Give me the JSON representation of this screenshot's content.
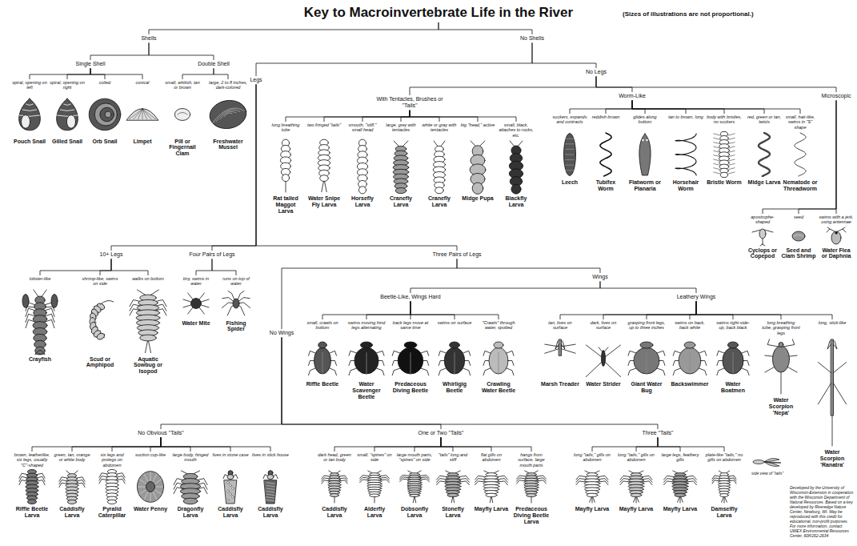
{
  "diagram": {
    "title": "Key to Macroinvertebrate Life in the River",
    "nodes": [
      {
        "text": [
          "Shells"
        ]
      },
      {
        "text": [
          "Single Shell"
        ]
      },
      {
        "text": [
          "spiral, opening on left",
          "Pouch Snail"
        ]
      },
      {
        "text": [
          "spiral, opening on right",
          "Gilled Snail"
        ]
      },
      {
        "text": [
          "coiled",
          "Orb Snail"
        ]
      },
      {
        "text": [
          "conical",
          "Limpet"
        ]
      },
      {
        "text": [
          "Double Shell"
        ]
      },
      {
        "text": [
          "small, whitish, tan or brown",
          "Pill or Fingernail Clam"
        ]
      },
      {
        "text": [
          "large, 2 to 8 inches, dark-colored",
          "Freshwater Mussel"
        ]
      },
      {
        "text": [
          "No Shells"
        ]
      },
      {
        "text": [
          "No Legs"
        ]
      },
      {
        "text": [
          "With Tentacles, Brushes or \"Tails\""
        ]
      },
      {
        "text": [
          "long breathing tube",
          "Rat tailed Maggot Larva"
        ]
      },
      {
        "text": [
          "two fringed \"tails\"",
          "Water Snipe Fly Larva"
        ]
      },
      {
        "text": [
          "smooth, \"stiff,\" small head",
          "Horsefly Larva"
        ]
      },
      {
        "text": [
          "large, grey with tentacles",
          "Cranefly Larva"
        ]
      },
      {
        "text": [
          "white or gray with tentacles",
          "Cranefly Larva"
        ]
      },
      {
        "text": [
          "big \"head,\" active",
          "Midge Pupa"
        ]
      },
      {
        "text": [
          "small, black, attaches to rocks, etc.",
          "Blackfly Larva"
        ]
      },
      {
        "text": [
          "Worm-Like"
        ]
      },
      {
        "text": [
          "suckers, expands and contracts",
          "Leech"
        ]
      },
      {
        "text": [
          "reddish brown",
          "Tubifex Worm"
        ]
      },
      {
        "text": [
          "glides along bottom",
          "Flatworm or Planaria"
        ]
      },
      {
        "text": [
          "tan to brown, long",
          "Horsehair Worm"
        ]
      },
      {
        "text": [
          "body with bristles, no suckers",
          "Bristle Worm"
        ]
      },
      {
        "text": [
          "red, green or tan, twists",
          "Midge Larva"
        ]
      },
      {
        "text": [
          "small, hair-like, swims in \"S\" shape",
          "Nematode or Threadworm"
        ]
      },
      {
        "text": [
          "Microscopic"
        ]
      },
      {
        "text": [
          "apostrophe-shaped",
          "Cyclops or Copepod"
        ]
      },
      {
        "text": [
          "seed",
          "Seed and Clam Shrimp"
        ]
      },
      {
        "text": [
          "swims with a jerk, using antennae",
          "Water Flea or Daphnia"
        ]
      },
      {
        "text": [
          "Legs"
        ]
      },
      {
        "text": [
          "10+ Legs"
        ]
      },
      {
        "text": [
          "lobster-like",
          "Crayfish"
        ]
      },
      {
        "text": [
          "shrimp-like, swims on side",
          "Scud or Amphipod"
        ]
      },
      {
        "text": [
          "walks on bottom",
          "Aquatic Sowbug or Isopod"
        ]
      },
      {
        "text": [
          "Four Pairs of Legs"
        ]
      },
      {
        "text": [
          "tiny, swims in water",
          "Water Mite"
        ]
      },
      {
        "text": [
          "runs on top of water",
          "Fishing Spider"
        ]
      },
      {
        "text": [
          "Three Pairs of Legs"
        ]
      },
      {
        "text": [
          "Wings"
        ]
      },
      {
        "text": [
          "Beetle-Like, Wings Hard"
        ]
      },
      {
        "text": [
          "small, crawls on bottom",
          "Riffle Beetle"
        ]
      },
      {
        "text": [
          "swims moving hind legs alternating",
          "Water Scavenger Beetle"
        ]
      },
      {
        "text": [
          "back legs move at same time",
          "Predaceous Diving Beetle"
        ]
      },
      {
        "text": [
          "swims on surface",
          "Whirligig Beetle"
        ]
      },
      {
        "text": [
          "\"Crawls\" through water, spotted",
          "Crawling Water Beetle"
        ]
      },
      {
        "text": [
          "Leathery Wings"
        ]
      },
      {
        "text": [
          "tan, lives on surface",
          "Marsh Treader"
        ]
      },
      {
        "text": [
          "dark, lives on surface",
          "Water Strider"
        ]
      },
      {
        "text": [
          "grasping front legs, up to three inches",
          "Giant Water Bug"
        ]
      },
      {
        "text": [
          "swims on back, back white",
          "Backswimmer"
        ]
      },
      {
        "text": [
          "swims right-side-up, back black",
          "Water Boatmen"
        ]
      },
      {
        "text": [
          "long breathing tube, grasping front legs",
          "Water Scorpion 'Nepa'"
        ]
      },
      {
        "text": [
          "long, stick-like",
          "Water Scorpion 'Ranatra'"
        ]
      },
      {
        "text": [
          "No Wings"
        ]
      },
      {
        "text": [
          "No Obvious \"Tails\""
        ]
      },
      {
        "text": [
          "brown, leatherlike, six legs, usually \"C\"-shaped",
          "Riffle Beetle Larva"
        ]
      },
      {
        "text": [
          "green, tan, orange or white body",
          "Caddisfly Larva"
        ]
      },
      {
        "text": [
          "six legs and prolegs on abdomen",
          "Pyralid Caterpillar"
        ]
      },
      {
        "text": [
          "suction cup-like",
          "Water Penny"
        ]
      },
      {
        "text": [
          "large body, hinged mouth",
          "Dragonfly Larva"
        ]
      },
      {
        "text": [
          "lives in stone case",
          "Caddisfly Larva"
        ]
      },
      {
        "text": [
          "lives in stick house",
          "Caddisfly Larva"
        ]
      },
      {
        "text": [
          "One or Two \"Tails\""
        ]
      },
      {
        "text": [
          "dark head, green or tan body",
          "Caddisfly Larva"
        ]
      },
      {
        "text": [
          "small, \"spines\" on side",
          "Alderfly Larva"
        ]
      },
      {
        "text": [
          "large mouth parts, \"spines\" on side",
          "Dobsonfly Larva"
        ]
      },
      {
        "text": [
          "\"tails\" long and stiff",
          "Stonefly Larva"
        ]
      },
      {
        "text": [
          "flat gills on abdomen",
          "Mayfly Larva"
        ]
      },
      {
        "text": [
          "hangs from surface, large mouth parts",
          "Predaceous Diving Beetle Larva"
        ]
      },
      {
        "text": [
          "Three \"Tails\""
        ]
      },
      {
        "text": [
          "long \"tails,\" gills on abdomen",
          "Mayfly Larva"
        ]
      },
      {
        "text": [
          "long \"tails,\" gills on abdomen",
          "Mayfly Larva"
        ]
      },
      {
        "text": [
          "large legs, feathery gills",
          "Mayfly Larva"
        ]
      },
      {
        "text": [
          "plate-like \"tails,\" no gills on abdomen",
          "Damselfly Larva"
        ]
      }
    ],
    "edges": [
      {
        "from": 0,
        "to": 1,
        "arrow": "none"
      },
      {
        "from": 0,
        "to": 6,
        "arrow": "none"
      },
      {
        "from": 1,
        "to": 2,
        "arrow": "none"
      },
      {
        "from": 1,
        "to": 3,
        "arrow": "none"
      },
      {
        "from": 1,
        "to": 4,
        "arrow": "none"
      },
      {
        "from": 1,
        "to": 5,
        "arrow": "none"
      },
      {
        "from": 6,
        "to": 7,
        "arrow": "none"
      },
      {
        "from": 6,
        "to": 8,
        "arrow": "none"
      },
      {
        "from": 9,
        "to": 31,
        "arrow": "none"
      },
      {
        "from": 9,
        "to": 10,
        "arrow": "none"
      },
      {
        "from": 10,
        "to": 11,
        "arrow": "none"
      },
      {
        "from": 10,
        "to": 19,
        "arrow": "none"
      },
      {
        "from": 10,
        "to": 27,
        "arrow": "none"
      },
      {
        "from": 11,
        "to": 12,
        "arrow": "none"
      },
      {
        "from": 11,
        "to": 13,
        "arrow": "none"
      },
      {
        "from": 11,
        "to": 14,
        "arrow": "none"
      },
      {
        "from": 11,
        "to": 15,
        "arrow": "none"
      },
      {
        "from": 11,
        "to": 16,
        "arrow": "none"
      },
      {
        "from": 11,
        "to": 17,
        "arrow": "none"
      },
      {
        "from": 11,
        "to": 18,
        "arrow": "none"
      },
      {
        "from": 19,
        "to": 20,
        "arrow": "none"
      },
      {
        "from": 19,
        "to": 21,
        "arrow": "none"
      },
      {
        "from": 19,
        "to": 22,
        "arrow": "none"
      },
      {
        "from": 19,
        "to": 23,
        "arrow": "none"
      },
      {
        "from": 19,
        "to": 24,
        "arrow": "none"
      },
      {
        "from": 19,
        "to": 25,
        "arrow": "none"
      },
      {
        "from": 19,
        "to": 26,
        "arrow": "none"
      },
      {
        "from": 27,
        "to": 28,
        "arrow": "none"
      },
      {
        "from": 27,
        "to": 29,
        "arrow": "none"
      },
      {
        "from": 27,
        "to": 30,
        "arrow": "none"
      },
      {
        "from": 31,
        "to": 32,
        "arrow": "none"
      },
      {
        "from": 31,
        "to": 36,
        "arrow": "none"
      },
      {
        "from": 31,
        "to": 39,
        "arrow": "none"
      },
      {
        "from": 32,
        "to": 33,
        "arrow": "none"
      },
      {
        "from": 32,
        "to": 34,
        "arrow": "none"
      },
      {
        "from": 32,
        "to": 35,
        "arrow": "none"
      },
      {
        "from": 36,
        "to": 37,
        "arrow": "none"
      },
      {
        "from": 36,
        "to": 38,
        "arrow": "none"
      },
      {
        "from": 39,
        "to": 40,
        "arrow": "none"
      },
      {
        "from": 39,
        "to": 55,
        "arrow": "none"
      },
      {
        "from": 40,
        "to": 41,
        "arrow": "none"
      },
      {
        "from": 40,
        "to": 47,
        "arrow": "none"
      },
      {
        "from": 41,
        "to": 42,
        "arrow": "none"
      },
      {
        "from": 41,
        "to": 43,
        "arrow": "none"
      },
      {
        "from": 41,
        "to": 44,
        "arrow": "none"
      },
      {
        "from": 41,
        "to": 45,
        "arrow": "none"
      },
      {
        "from": 41,
        "to": 46,
        "arrow": "none"
      },
      {
        "from": 47,
        "to": 48,
        "arrow": "none"
      },
      {
        "from": 47,
        "to": 49,
        "arrow": "none"
      },
      {
        "from": 47,
        "to": 50,
        "arrow": "none"
      },
      {
        "from": 47,
        "to": 51,
        "arrow": "none"
      },
      {
        "from": 47,
        "to": 52,
        "arrow": "none"
      },
      {
        "from": 47,
        "to": 53,
        "arrow": "none"
      },
      {
        "from": 47,
        "to": 54,
        "arrow": "none"
      },
      {
        "from": 55,
        "to": 56,
        "arrow": "none"
      },
      {
        "from": 55,
        "to": 64,
        "arrow": "none"
      },
      {
        "from": 55,
        "to": 71,
        "arrow": "none"
      },
      {
        "from": 56,
        "to": 57,
        "arrow": "none"
      },
      {
        "from": 56,
        "to": 58,
        "arrow": "none"
      },
      {
        "from": 56,
        "to": 59,
        "arrow": "none"
      },
      {
        "from": 56,
        "to": 60,
        "arrow": "none"
      },
      {
        "from": 56,
        "to": 61,
        "arrow": "none"
      },
      {
        "from": 56,
        "to": 62,
        "arrow": "none"
      },
      {
        "from": 56,
        "to": 63,
        "arrow": "none"
      },
      {
        "from": 64,
        "to": 65,
        "arrow": "none"
      },
      {
        "from": 64,
        "to": 66,
        "arrow": "none"
      },
      {
        "from": 64,
        "to": 67,
        "arrow": "none"
      },
      {
        "from": 64,
        "to": 68,
        "arrow": "none"
      },
      {
        "from": 64,
        "to": 69,
        "arrow": "none"
      },
      {
        "from": 64,
        "to": 70,
        "arrow": "none"
      },
      {
        "from": 71,
        "to": 72,
        "arrow": "none"
      },
      {
        "from": 71,
        "to": 73,
        "arrow": "none"
      },
      {
        "from": 71,
        "to": 74,
        "arrow": "none"
      },
      {
        "from": 71,
        "to": 75,
        "arrow": "none"
      }
    ],
    "labels": [
      "(Sizes of illustrations are not proportional.)",
      "side view of \"tails\"",
      "Developed by the University of Wisconsin-Extension in cooperation with the Wisconsin Department of Natural Resources. Based on a key developed by Riveredge Nature Center, Newburg, WI. May be reproduced with this credit for educational, non-profit purposes. For more information, contact UWEX Environmental Resources Center, 608/262-2634"
    ]
  }
}
